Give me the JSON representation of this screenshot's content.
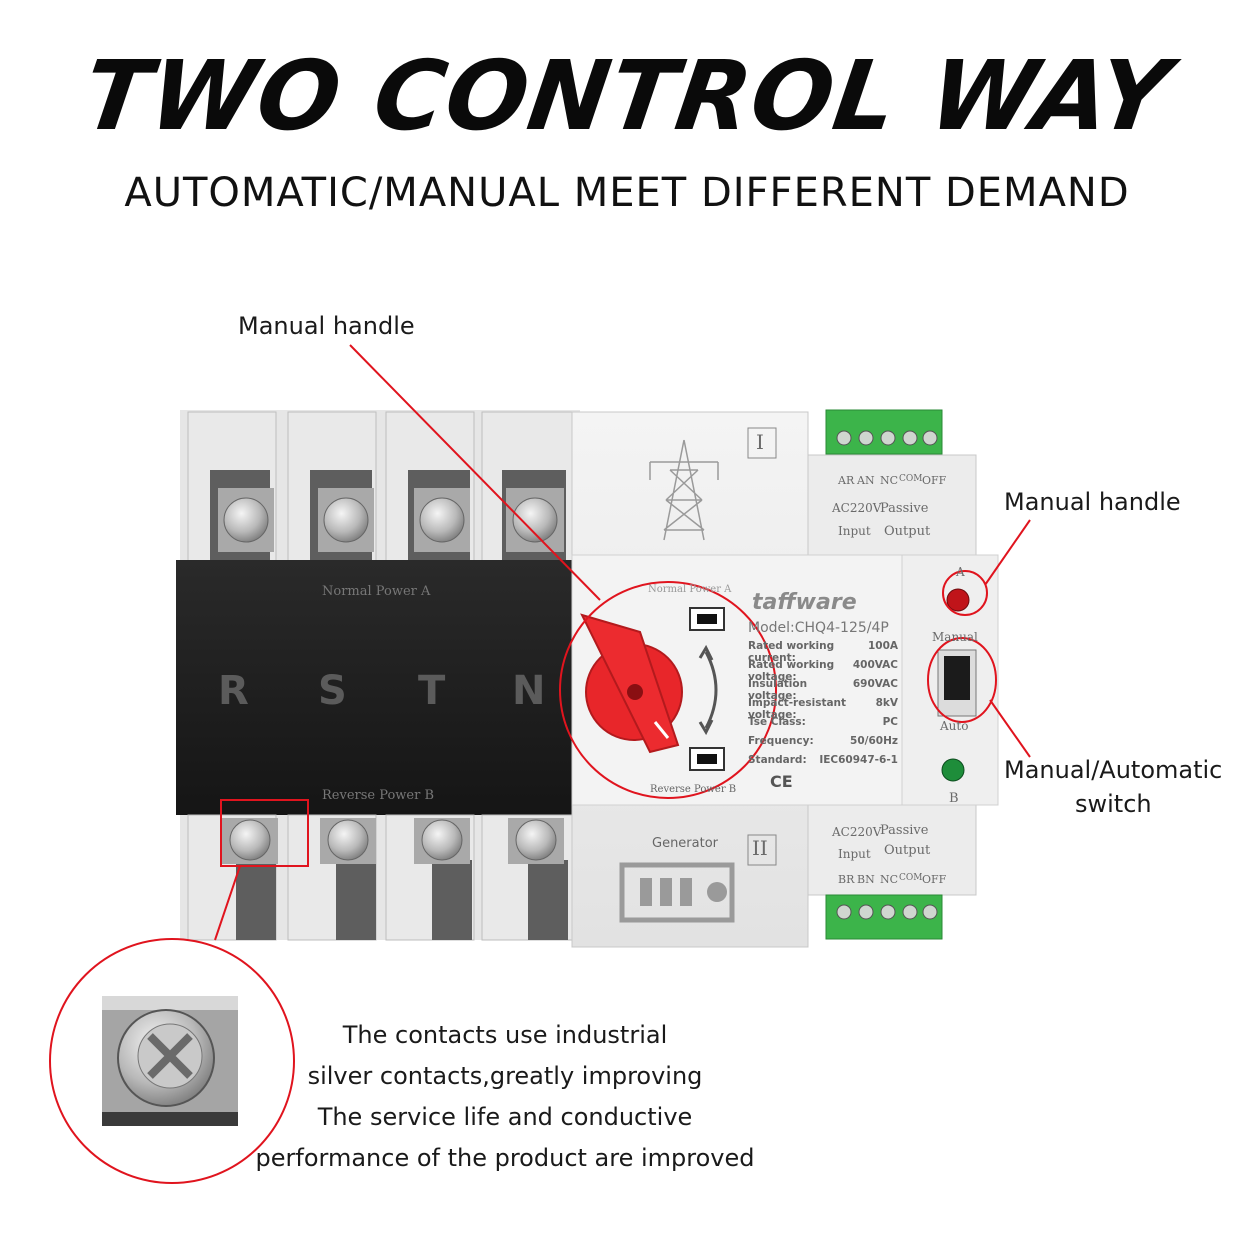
{
  "header": {
    "title": "TWO CONTROL WAY",
    "subtitle": "AUTOMATIC/MANUAL MEET DIFFERENT DEMAND"
  },
  "callouts": {
    "manual_handle_left": "Manual handle",
    "manual_handle_right": "Manual handle",
    "switch_line1": "Manual/Automatic",
    "switch_line2": "switch"
  },
  "description": [
    "The contacts use industrial",
    "silver contacts,greatly improving",
    "The service life and conductive",
    "performance of the product are improved"
  ],
  "device": {
    "phases": [
      "R",
      "S",
      "T",
      "N"
    ],
    "normal_power": "Normal Power A",
    "reverse_power": "Reverse Power B",
    "panel_top_normal": "Normal Power A",
    "panel_bottom_reverse": "Reverse Power B",
    "brand": "taffware",
    "model": "Model:CHQ4-125/4P",
    "specs": [
      {
        "label": "Rated working current:",
        "value": "100A"
      },
      {
        "label": "Rated working voltage:",
        "value": "400VAC"
      },
      {
        "label": "Insulation voltage:",
        "value": "690VAC"
      },
      {
        "label": "Impact-resistant voltage:",
        "value": "8kV"
      },
      {
        "label": "Tse Class:",
        "value": "PC"
      },
      {
        "label": "Frequency:",
        "value": "50/60Hz"
      },
      {
        "label": "Standard:",
        "value": "IEC60947-6-1"
      }
    ],
    "ce": "CE",
    "top_module": {
      "roman": "I",
      "terminals": [
        "AR",
        "AN",
        "NC",
        "COM",
        "OFF"
      ],
      "ac": "AC220V",
      "passive": "Passive",
      "input": "Input",
      "output": "Output"
    },
    "bottom_module": {
      "roman": "II",
      "generator": "Generator",
      "ac": "AC220V",
      "passive": "Passive",
      "input": "Input",
      "output": "Output",
      "terminals": [
        "BR",
        "BN",
        "NC",
        "COM",
        "OFF"
      ]
    },
    "indicator_a": "A",
    "indicator_b": "B",
    "switch_manual": "Manual",
    "switch_auto": "Auto"
  },
  "colors": {
    "callout_red": "#e0141e",
    "knob_red": "#e8262a",
    "terminal_green": "#3cb44a",
    "black_panel": "#1e1e1e",
    "device_body": "#ececec"
  }
}
